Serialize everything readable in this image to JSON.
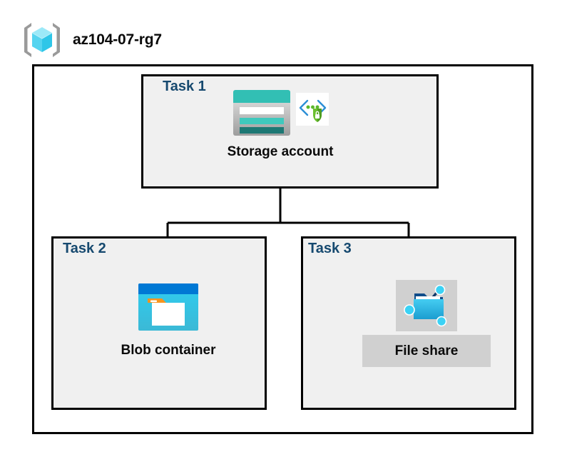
{
  "diagram": {
    "resource_group": {
      "name": "az104-07-rg7",
      "icon": "resource-group-cube-icon"
    },
    "tasks": [
      {
        "id": "task1",
        "label": "Task 1",
        "node_label": "Storage account",
        "icons": [
          "storage-account-icon",
          "private-link-shield-icon"
        ],
        "highlighted": false
      },
      {
        "id": "task2",
        "label": "Task 2",
        "node_label": "Blob container",
        "icons": [
          "blob-container-icon"
        ],
        "highlighted": false
      },
      {
        "id": "task3",
        "label": "Task 3",
        "node_label": "File share",
        "icons": [
          "file-share-icon"
        ],
        "highlighted": true
      }
    ],
    "connections": [
      {
        "from": "Storage account",
        "to": "Blob container"
      },
      {
        "from": "Storage account",
        "to": "File share"
      }
    ],
    "colors": {
      "task_label": "#16496f",
      "node_label": "#0a0a0a",
      "border": "#000000",
      "task_fill": "#f0f0f0",
      "container_fill": "#ffffff",
      "highlight_fill": "#d0d0d0",
      "storage_teal": "#32bfb4",
      "storage_teal_dark": "#1d7874",
      "blob_blue": "#0078d4",
      "blob_cyan": "#32c8e8",
      "blob_orange": "#f7941e",
      "fileshare_blue": "#32bde8",
      "shield_green": "#5bb72c",
      "cube_cyan": "#6fe0f8",
      "bracket_gray": "#9a9a9a"
    }
  }
}
